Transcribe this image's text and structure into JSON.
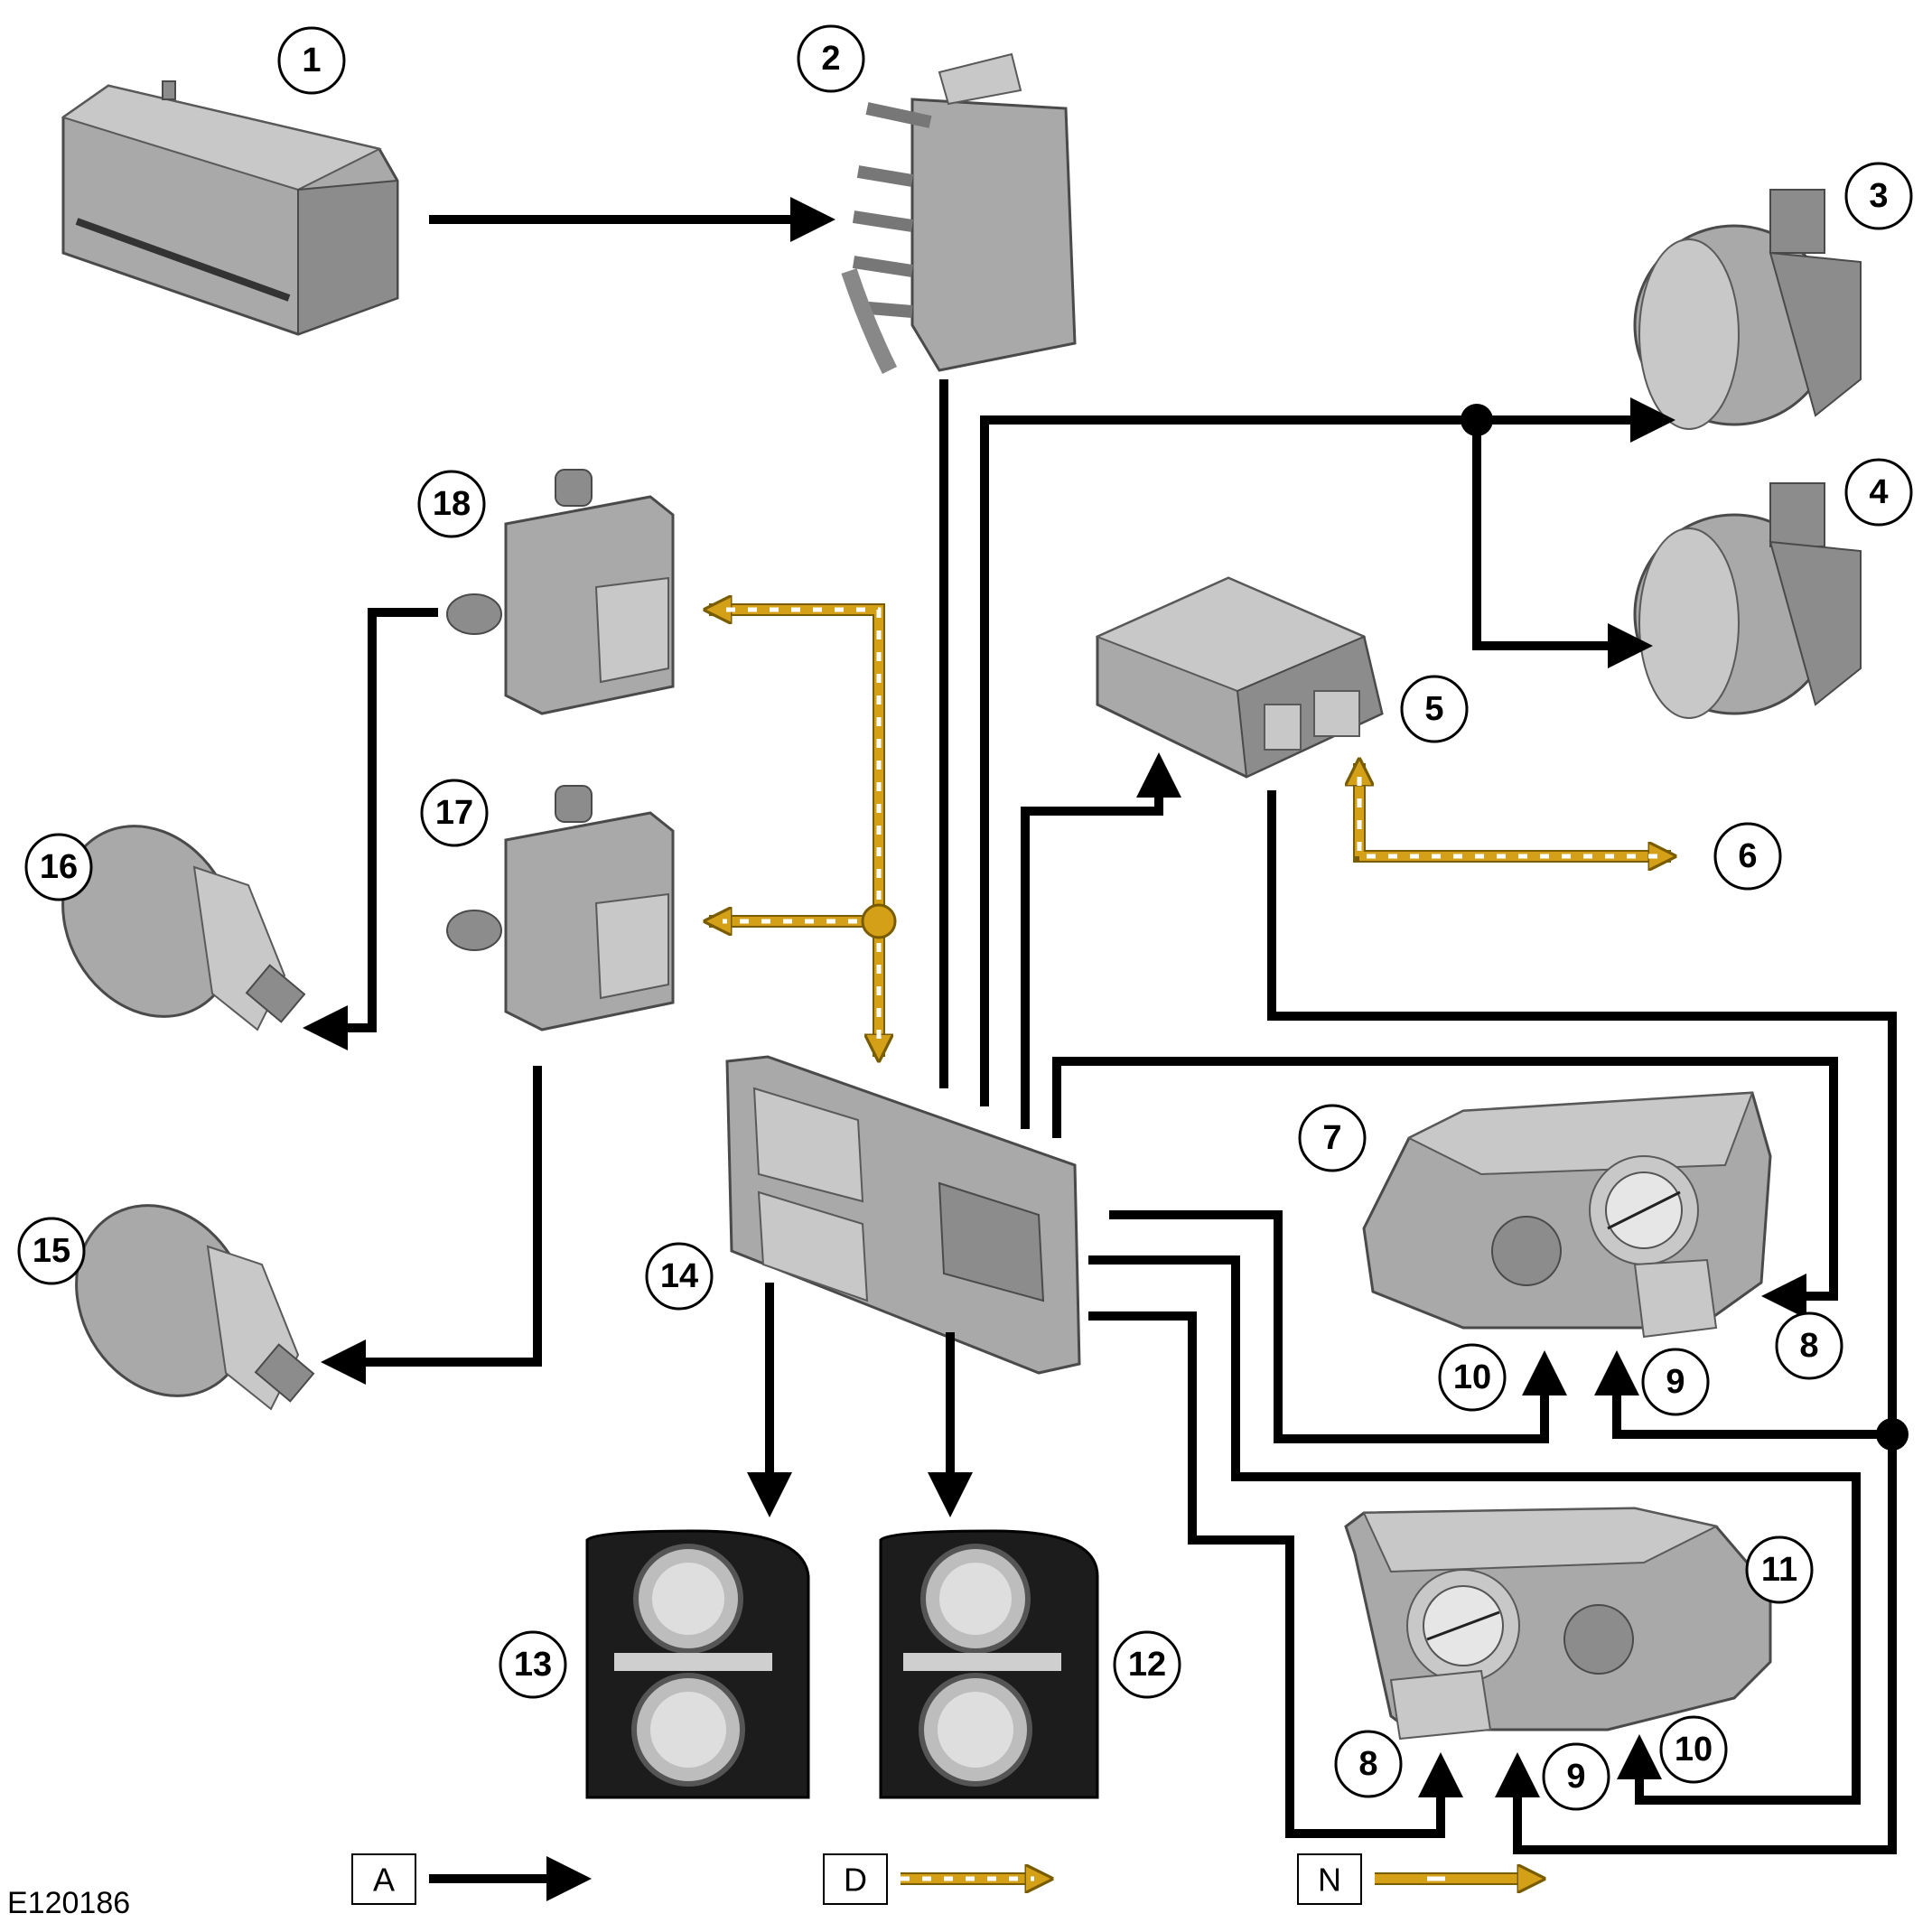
{
  "figure_id": "E120186",
  "callouts": [
    "1",
    "2",
    "3",
    "4",
    "5",
    "6",
    "7",
    "8",
    "9",
    "10",
    "11",
    "12",
    "13",
    "14",
    "15",
    "16",
    "17",
    "18"
  ],
  "legend": [
    {
      "key": "A"
    },
    {
      "key": "D"
    },
    {
      "key": "N"
    }
  ],
  "colors": {
    "hardwired": "#000000",
    "can_bus": "#d4a017",
    "component_grey": "#a9a9a9"
  }
}
